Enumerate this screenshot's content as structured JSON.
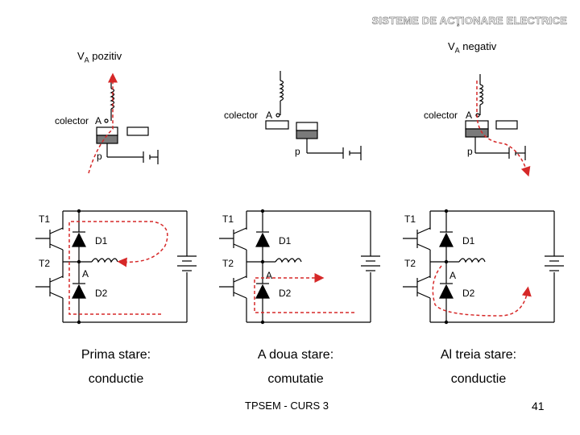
{
  "header": {
    "title": "SISTEME DE ACŢIONARE ELECTRICE"
  },
  "top": {
    "va_pozitiv": {
      "main": "V",
      "sub": "A",
      "rest": " pozitiv"
    },
    "va_negativ": {
      "main": "V",
      "sub": "A",
      "rest": " negativ"
    },
    "colector": "colector",
    "a_label": "A",
    "p_label": "p"
  },
  "circuits": {
    "t1": "T1",
    "t2": "T2",
    "d1": "D1",
    "d2": "D2",
    "a": "A"
  },
  "states": [
    {
      "title": "Prima stare:",
      "mode": "conductie"
    },
    {
      "title": "A doua stare:",
      "mode": "comutatie"
    },
    {
      "title": "Al treia stare:",
      "mode": "conductie"
    }
  ],
  "footer": {
    "course": "TPSEM - CURS 3",
    "page": "41"
  },
  "colors": {
    "arrow": "#d62828",
    "line": "#000000",
    "block_dark": "#7a7a7a"
  }
}
